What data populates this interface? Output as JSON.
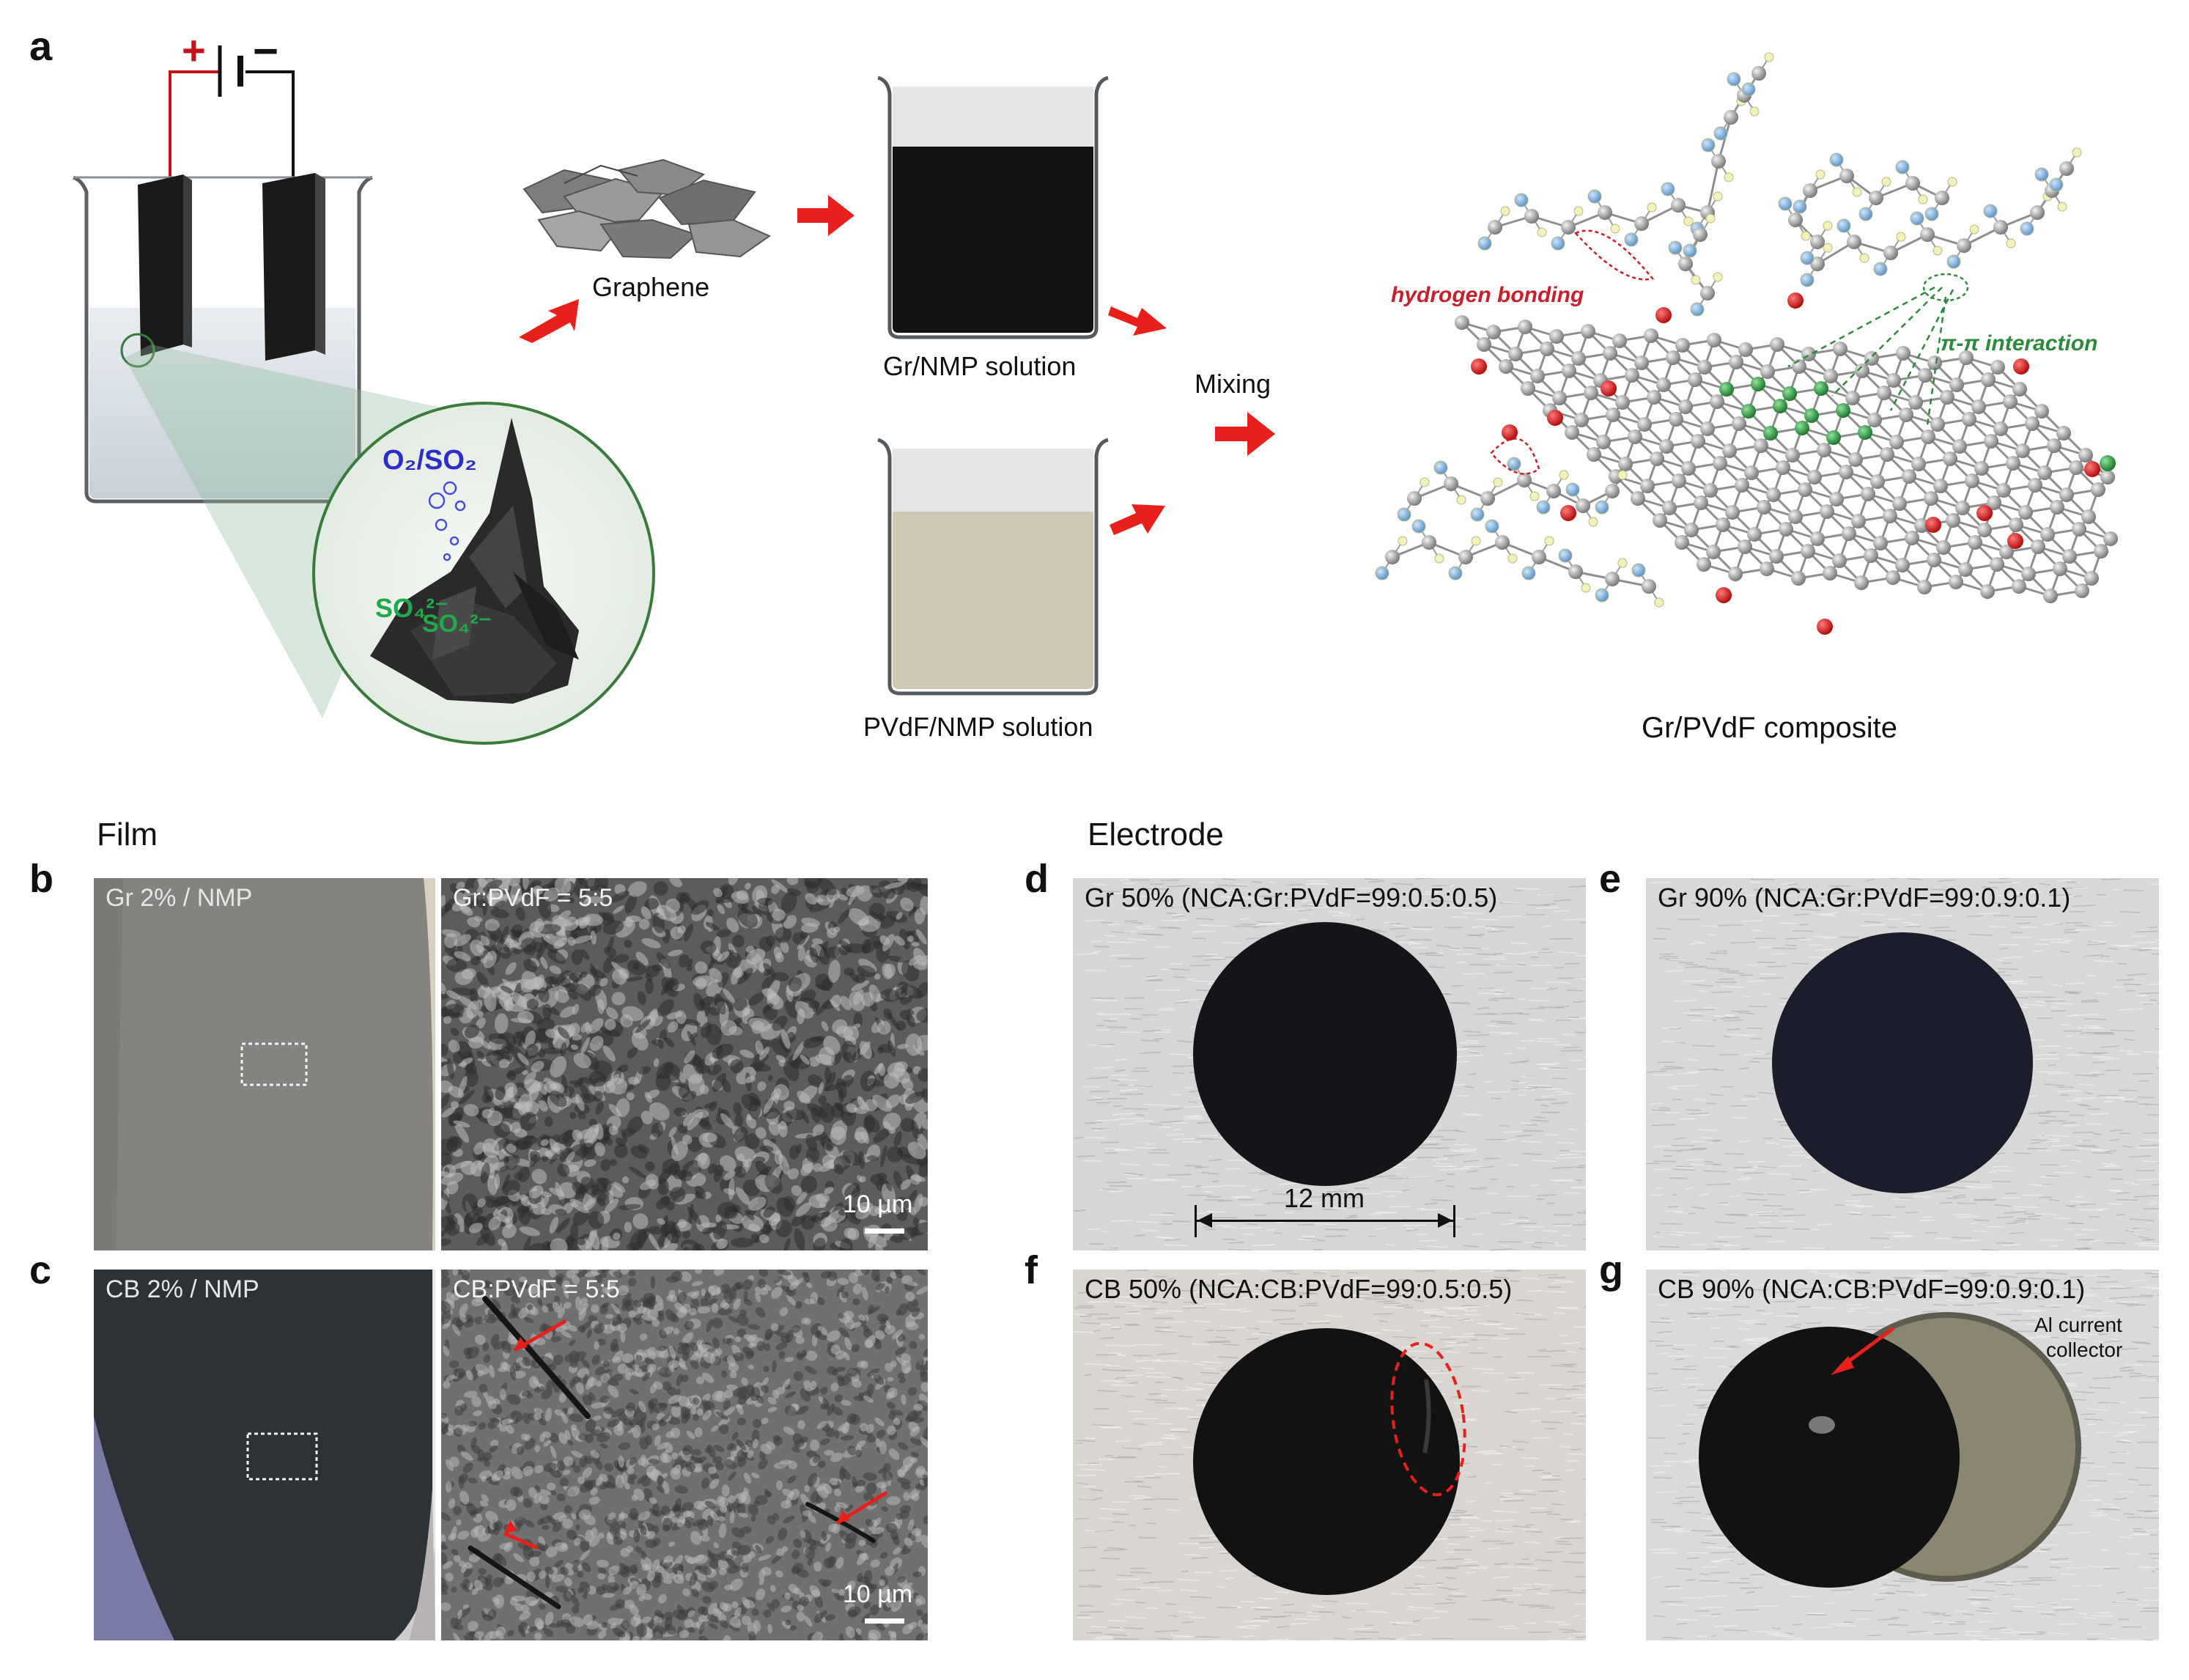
{
  "panel_letters": {
    "a": "a",
    "b": "b",
    "c": "c",
    "d": "d",
    "e": "e",
    "f": "f",
    "g": "g"
  },
  "panel_a": {
    "plus": "+",
    "minus": "−",
    "o2_so2": "O₂/SO₂",
    "so4_1": "SO₄²⁻",
    "so4_2": "SO₄²⁻",
    "graphene": "Graphene",
    "gr_nmp": "Gr/NMP solution",
    "pvdf_nmp": "PVdF/NMP solution",
    "mixing": "Mixing",
    "hydrogen_bonding": "hydrogen bonding",
    "pi_pi": "π-π interaction",
    "composite": "Gr/PVdF composite"
  },
  "sections": {
    "film": "Film",
    "electrode": "Electrode"
  },
  "film_panels": {
    "b_left": "Gr 2% / NMP",
    "b_right": "Gr:PVdF = 5:5",
    "b_scale": "10 µm",
    "c_left": "CB 2% / NMP",
    "c_right": "CB:PVdF = 5:5",
    "c_scale": "10 µm"
  },
  "electrode_panels": {
    "d": "Gr 50% (NCA:Gr:PVdF=99:0.5:0.5)",
    "d_scale": "12 mm",
    "e": "Gr 90% (NCA:Gr:PVdF=99:0.9:0.1)",
    "f": "CB 50% (NCA:CB:PVdF=99:0.5:0.5)",
    "g": "CB 90% (NCA:CB:PVdF=99:0.9:0.1)",
    "g_note_1": "Al current",
    "g_note_2": "collector"
  },
  "colors": {
    "arrow_red": "#e8201c",
    "green_ions": "#22a84a",
    "blue_gas": "#2b2fc8",
    "hbond_red": "#c8202a",
    "pi_green": "#2d8a3a",
    "gr_solution": "#141414",
    "pvdf_solution": "#cfc8b4"
  }
}
